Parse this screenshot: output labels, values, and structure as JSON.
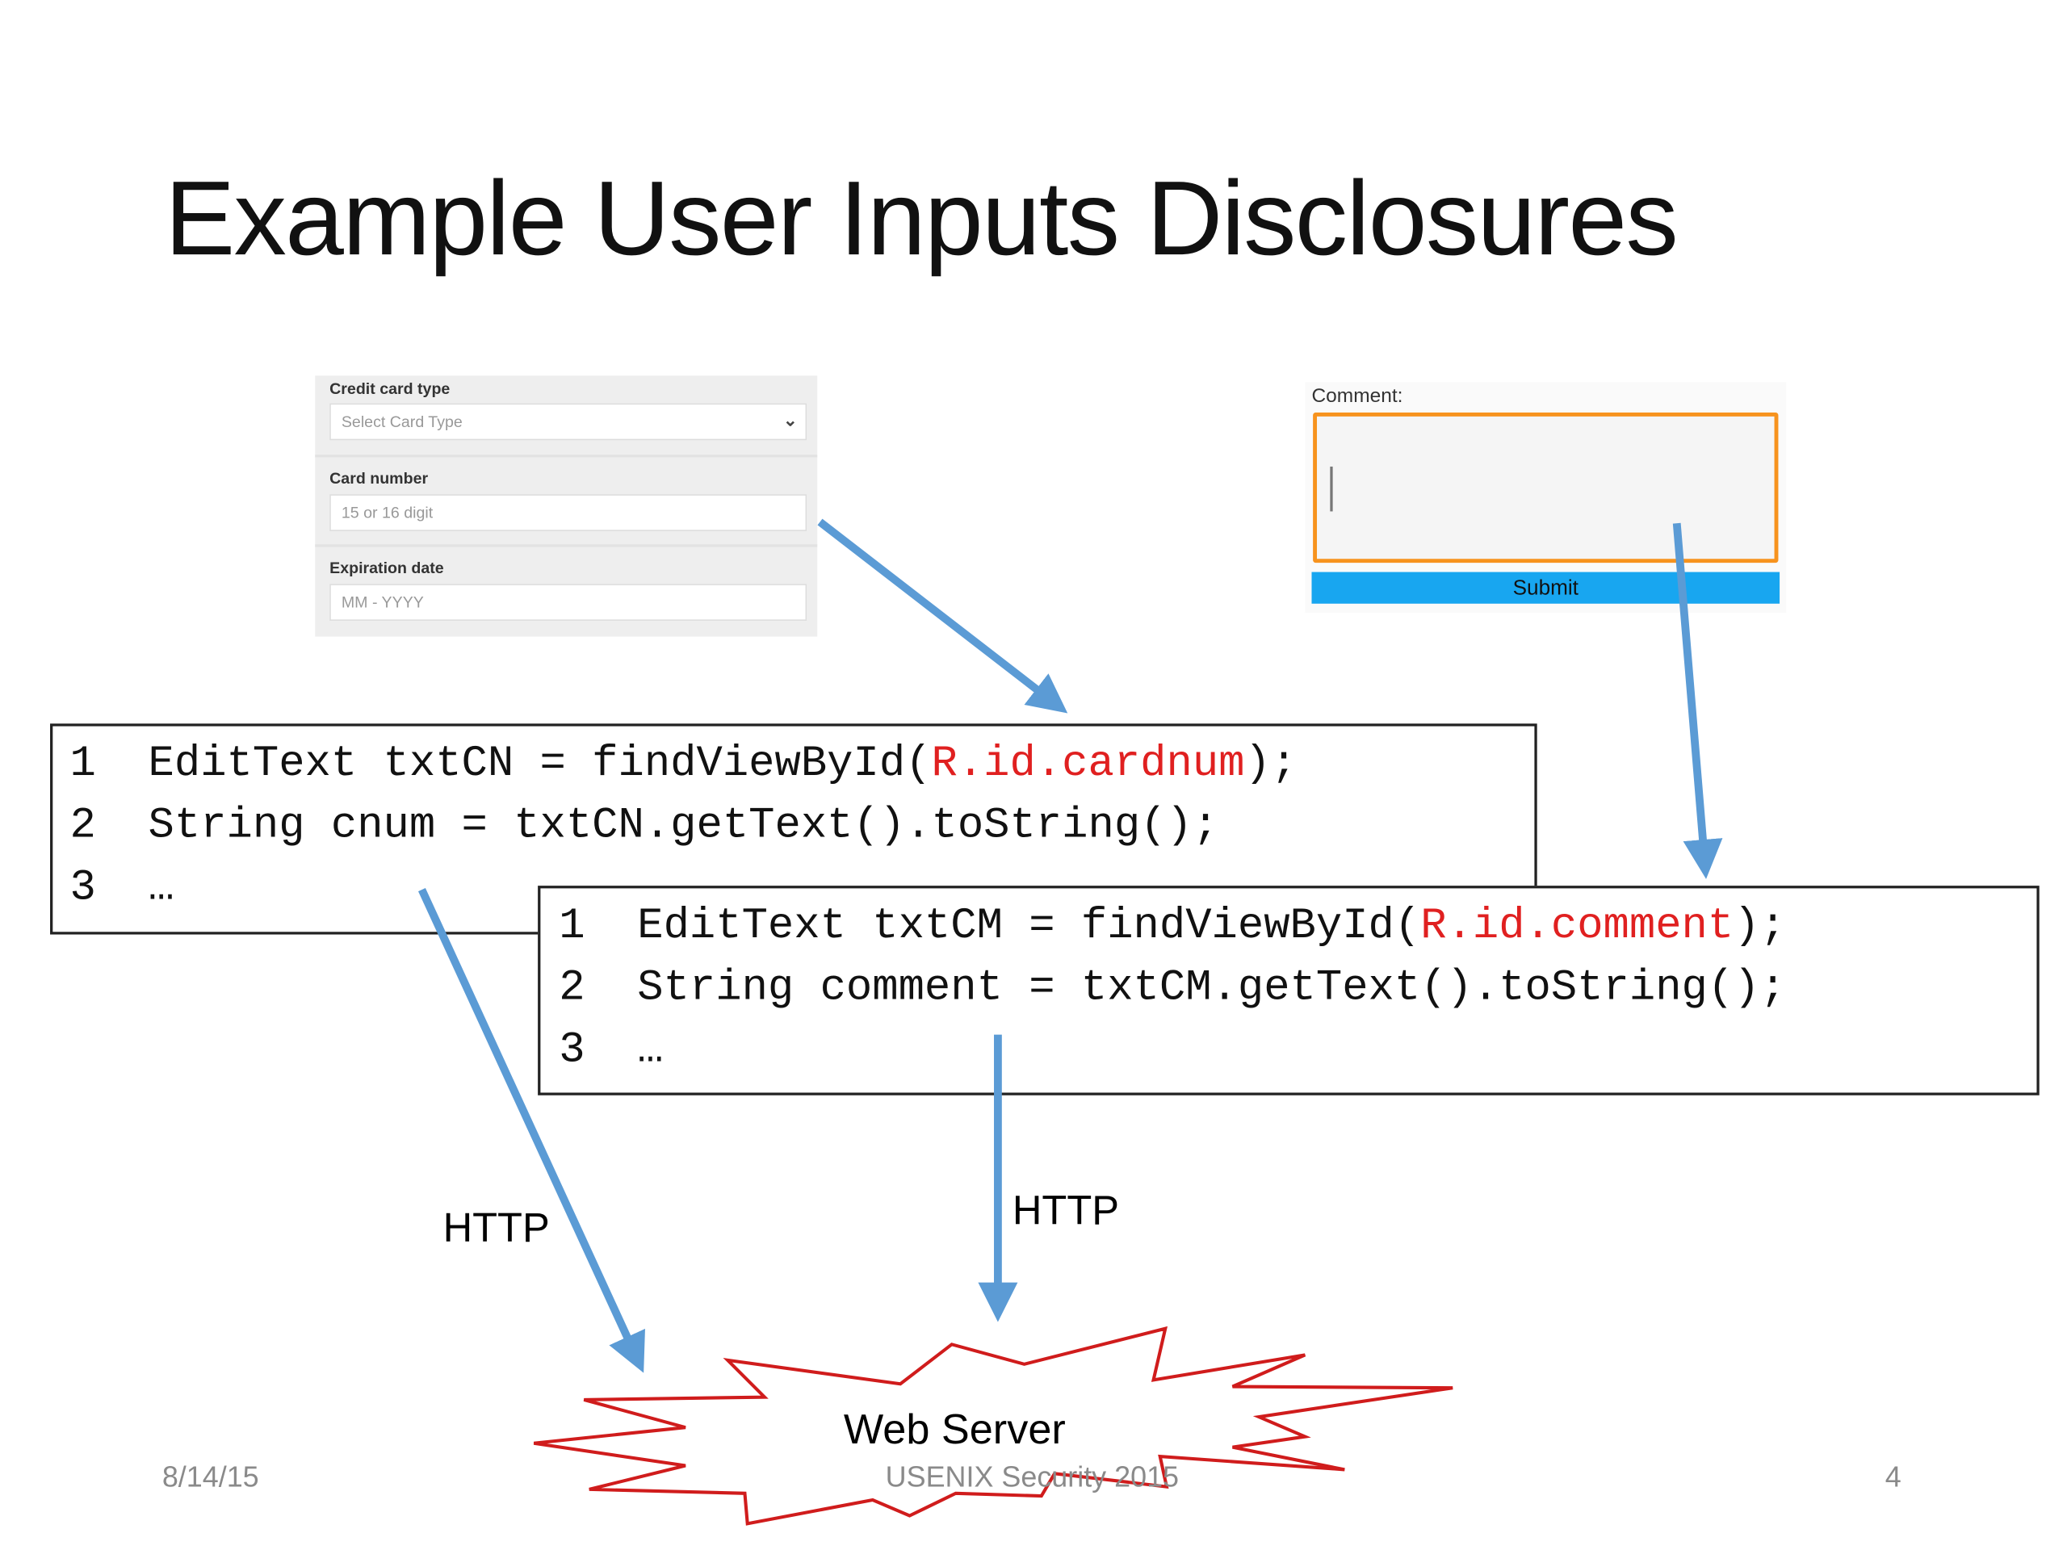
{
  "slide": {
    "title": "Example User Inputs Disclosures",
    "footer_date": "8/14/15",
    "footer_center": "USENIX Security 2015",
    "page_number": "4"
  },
  "credit_form": {
    "fields": [
      {
        "label": "Credit card type",
        "placeholder": "Select Card Type",
        "type": "select"
      },
      {
        "label": "Card number",
        "placeholder": "15 or 16 digit",
        "type": "text"
      },
      {
        "label": "Expiration date",
        "placeholder": "MM - YYYY",
        "type": "text"
      }
    ]
  },
  "comment_form": {
    "label": "Comment:",
    "value": "",
    "submit_label": "Submit",
    "accent_color": "#f7931e",
    "button_color": "#18a6f0"
  },
  "code_card": {
    "lines": [
      {
        "num": "1",
        "pre": "EditText txtCN = findViewById(",
        "res": "R.id.cardnum",
        "post": ");"
      },
      {
        "num": "2",
        "pre": "String cnum = txtCN.getText().toString();",
        "res": "",
        "post": ""
      },
      {
        "num": "3",
        "pre": "…",
        "res": "",
        "post": ""
      }
    ]
  },
  "code_comment": {
    "lines": [
      {
        "num": "1",
        "pre": "EditText txtCM = findViewById(",
        "res": "R.id.comment",
        "post": ");"
      },
      {
        "num": "2",
        "pre": "String comment = txtCM.getText().toString();",
        "res": "",
        "post": ""
      },
      {
        "num": "3",
        "pre": "…",
        "res": "",
        "post": ""
      }
    ]
  },
  "flow": {
    "http_label_left": "HTTP",
    "http_label_right": "HTTP",
    "server_label": "Web Server",
    "arrow_color": "#5b9bd5",
    "server_outline_color": "#d01c1c"
  }
}
